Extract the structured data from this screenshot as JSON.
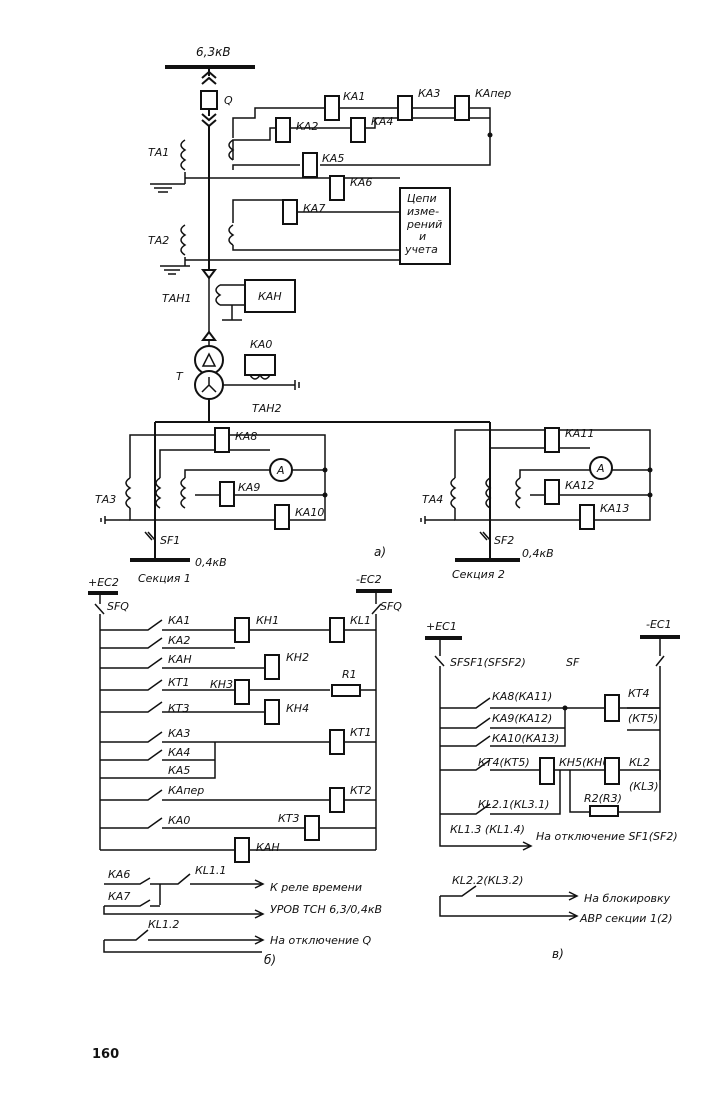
{
  "diagram_a": {
    "bus_voltage": "6,3кВ",
    "breaker": "Q",
    "relays_top": [
      "КА1",
      "КА3",
      "КАпер",
      "КА2",
      "КА4",
      "КА5",
      "КА6",
      "КА7"
    ],
    "measure_box": [
      "Цепи",
      "изме-",
      "рений",
      "и",
      "учета"
    ],
    "ct_labels": [
      "ТА1",
      "ТА2"
    ],
    "tan1": "ТАН1",
    "kan": "КАН",
    "transformer": "Т",
    "ka0": "КА0",
    "tan2": "ТАН2",
    "section1": {
      "ct": "ТА3",
      "relays": [
        "КА8",
        "КА9",
        "КА10"
      ],
      "breaker": "SF1",
      "voltage": "0,4кВ",
      "name": "Секция 1"
    },
    "section2": {
      "ct": "ТА4",
      "relays": [
        "КА11",
        "КА12",
        "КА13"
      ],
      "breaker": "SF2",
      "voltage": "0,4кВ",
      "name": "Секция 2"
    },
    "ammeter": "A",
    "caption": "а)"
  },
  "diagram_b": {
    "plus": "+ЕС2",
    "minus": "-ЕС2",
    "sf": "SFQ",
    "contacts": [
      "КА1",
      "КА2",
      "КАН",
      "КТ1",
      "КТ3",
      "КА3",
      "КА4",
      "КА5",
      "КАпер",
      "КА0"
    ],
    "coils": [
      "КН1",
      "КН2",
      "КН3",
      "КН4",
      "КL1",
      "R1",
      "КТ1",
      "КТ2",
      "КТ3",
      "КАН"
    ],
    "bottom_contacts": [
      "КА6",
      "КА7",
      "КL1.1",
      "КL1.2"
    ],
    "outputs": [
      "К реле времени",
      "УРОВ ТСН 6,3/0,4кВ",
      "На отключение Q"
    ],
    "caption": "б)"
  },
  "diagram_c": {
    "plus": "+ЕС1",
    "minus": "-ЕС1",
    "sf_left": "SFSF1(SFSF2)",
    "sf_right": "SF",
    "contacts": [
      "КА8(КА11)",
      "КА9(КА12)",
      "КА10(КА13)",
      "КТ4(КТ5)",
      "КL2.1(КL3.1)",
      "КL1.3 (КL1.4)"
    ],
    "coils": [
      "КТ4",
      "(КТ5)",
      "КН5(КН6)",
      "КL2",
      "(КL3)",
      "R2(R3)"
    ],
    "output_sf": "На отключение SF1(SF2)",
    "bottom_contact": "КL2.2(КL3.2)",
    "outputs": [
      "На блокировку",
      "АВР секции 1(2)"
    ],
    "caption": "в)"
  },
  "page_number": "160"
}
